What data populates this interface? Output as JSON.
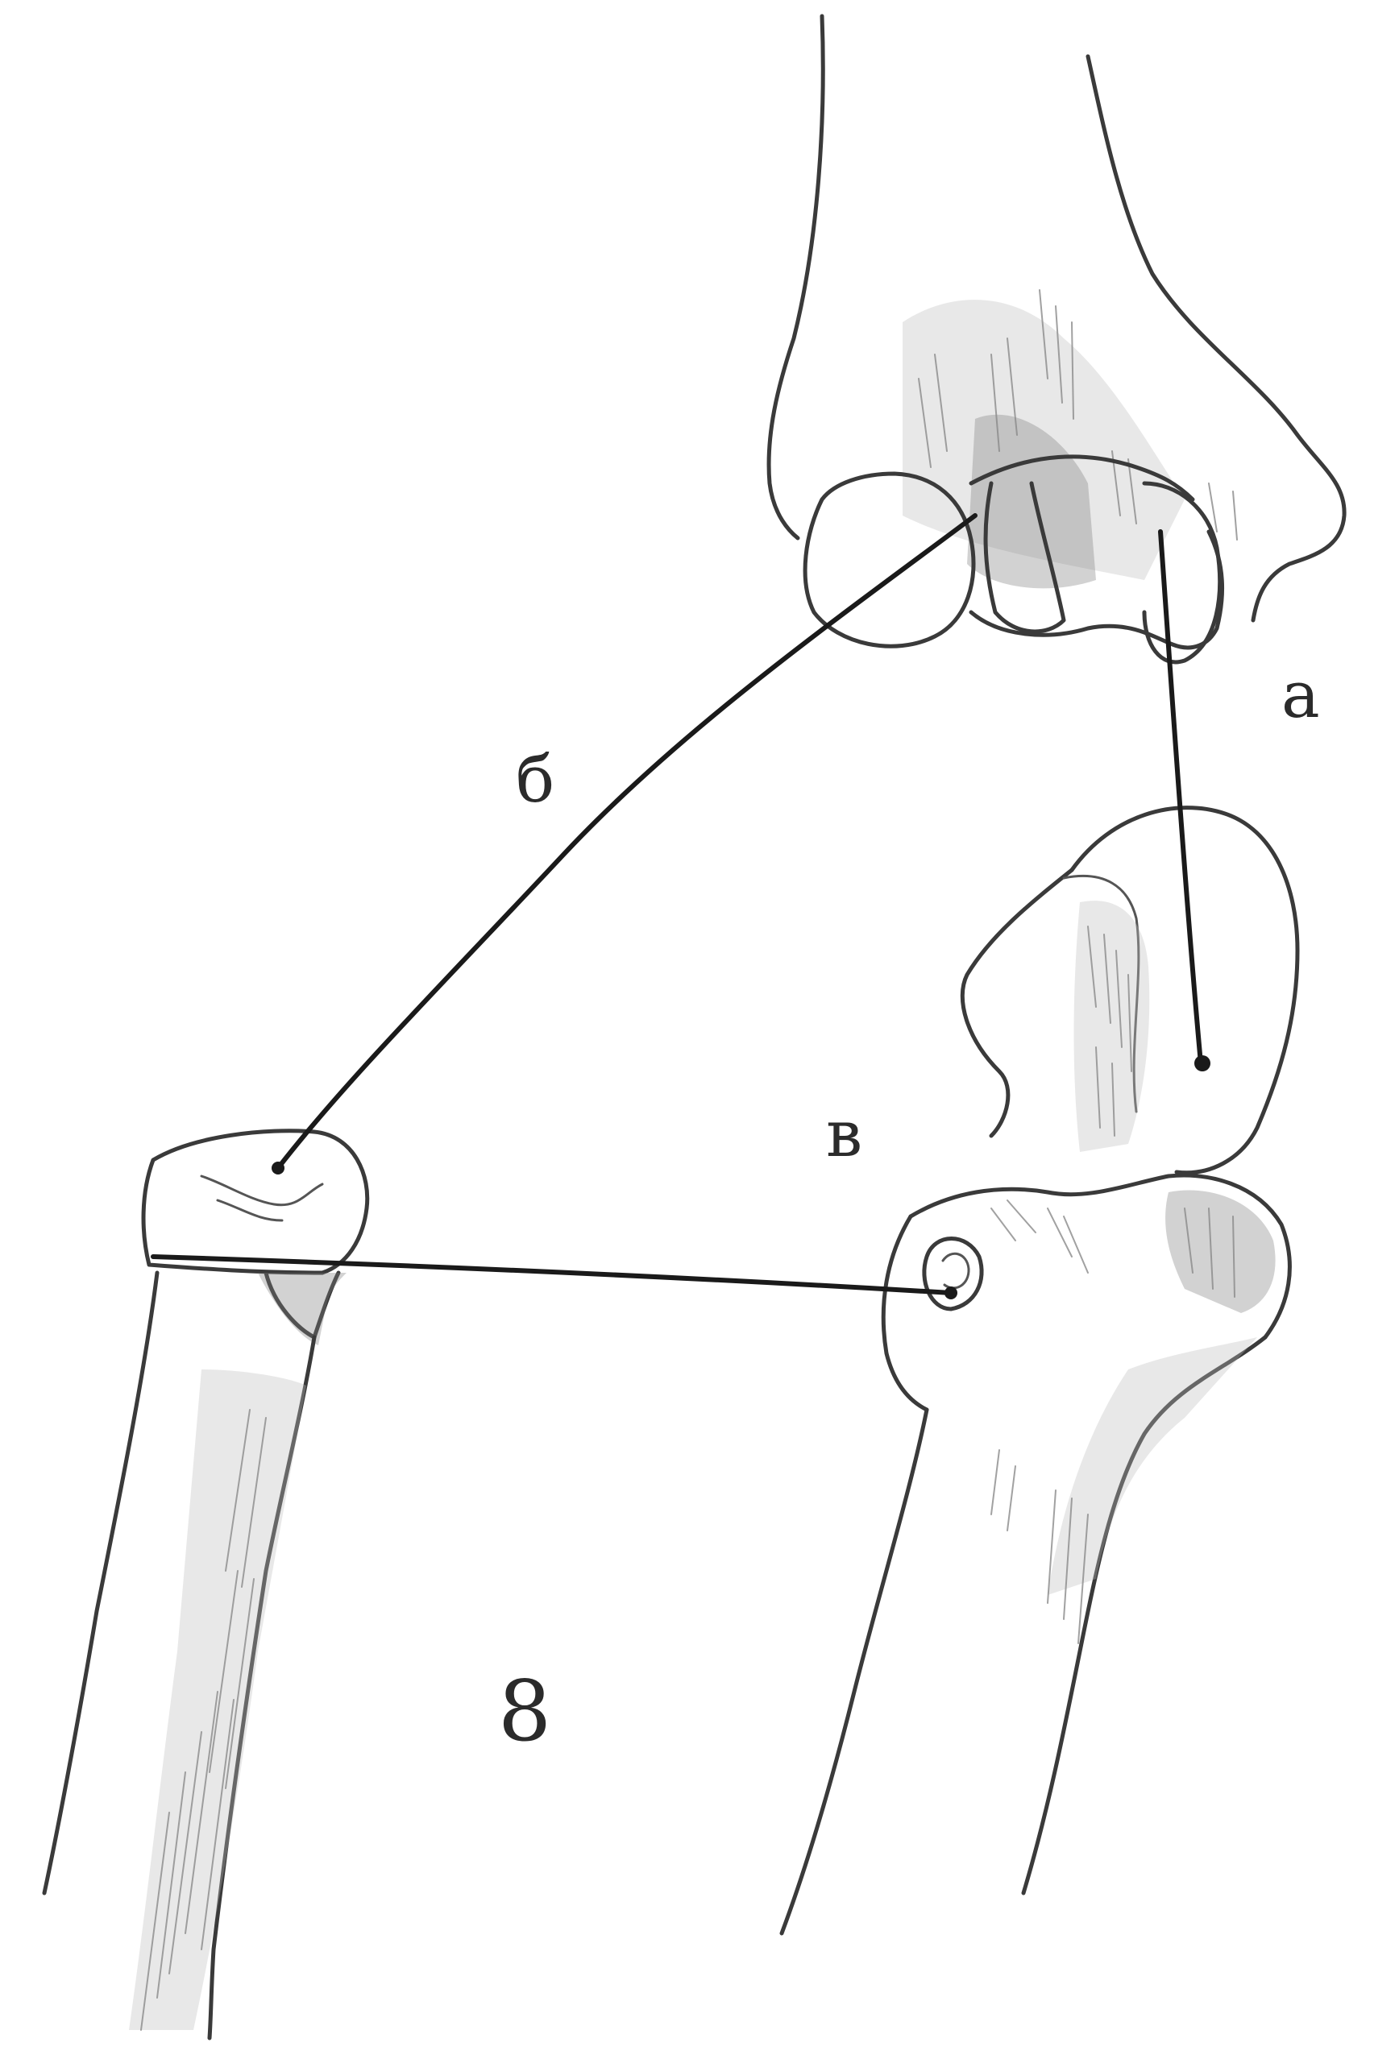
{
  "figure": {
    "labels": {
      "a": "а",
      "b": "б",
      "v": "в",
      "number": "8"
    },
    "colors": {
      "line": "#1a1a1a",
      "outline": "#3a3a3a",
      "shading": "#8a8a8a",
      "background": "#ffffff"
    }
  }
}
